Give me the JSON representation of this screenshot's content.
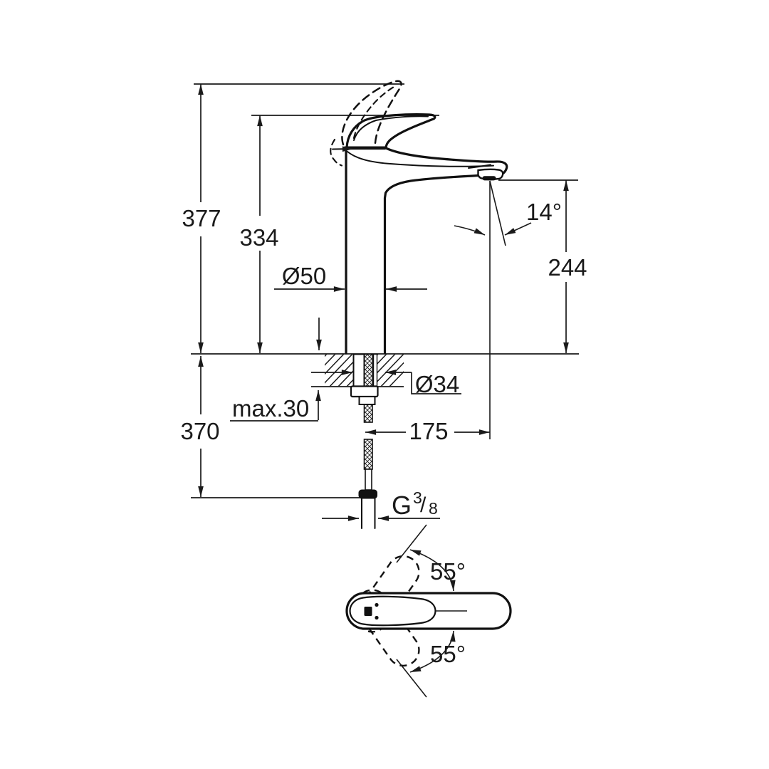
{
  "drawing": {
    "kind": "technical-dimension-drawing",
    "subject": "single-lever basin mixer, side view with installation section and handle top view",
    "line_color": "#1a1a1a",
    "background": "#ffffff"
  },
  "labels": {
    "total_height": "377",
    "handle_height": "334",
    "body_diameter": "Ø50",
    "spout_angle": "14°",
    "spout_height": "244",
    "hole_diameter": "Ø34",
    "deck_max_thickness": "max.30",
    "below_deck_length": "370",
    "spout_reach": "175",
    "thread_g": "G",
    "thread_num": "3",
    "thread_slash": "/",
    "thread_den": "8",
    "swivel_upper": "55°",
    "swivel_lower": "55°"
  }
}
